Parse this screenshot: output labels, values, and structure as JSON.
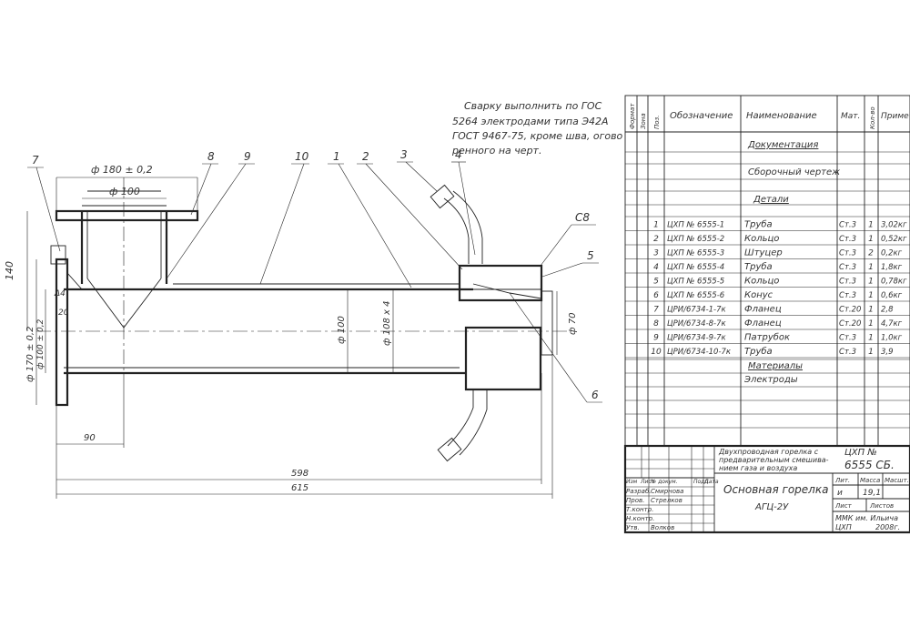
{
  "note": {
    "lines": [
      "Сварку выполнить по ГОС",
      "5264 электродами типа Э42А",
      "ГОСТ 9467-75, кроме шва, огово",
      "ренного на черт."
    ]
  },
  "callouts": [
    "7",
    "8",
    "9",
    "10",
    "1",
    "2",
    "3",
    "4",
    "С8",
    "5",
    "6"
  ],
  "dimensions": {
    "flange_dia": "ф 180 ± 0,2",
    "pipe_dia": "ф 100",
    "height": "140",
    "left_flange_dia": "ф 170 ± 0,2",
    "left_pipe_dia": "ф 100 ± 0,2",
    "main_dia": "ф 100",
    "main_wall": "ф 108 х 4",
    "outlet_dia": "ф 70",
    "offset_90": "90",
    "length_598": "598",
    "length_615": "615",
    "weld_4": "Δ4",
    "gap_20": "20"
  },
  "spec": {
    "headers": [
      "Формат",
      "Зона",
      "Поз.",
      "Обозначение",
      "Наименование",
      "Мат.",
      "Кол-во",
      "Примеч."
    ],
    "section_docs": "Документация",
    "assembly_drawing": "Сборочный чертеж",
    "section_parts": "Детали",
    "rows": [
      {
        "pos": "1",
        "code": "ЦХП № 6555-1",
        "name": "Труба",
        "mat": "Ст.3",
        "qty": "1",
        "note": "3,02кг"
      },
      {
        "pos": "2",
        "code": "ЦХП № 6555-2",
        "name": "Кольцо",
        "mat": "Ст.3",
        "qty": "1",
        "note": "0,52кг"
      },
      {
        "pos": "3",
        "code": "ЦХП № 6555-3",
        "name": "Штуцер",
        "mat": "Ст.3",
        "qty": "2",
        "note": "0,2кг"
      },
      {
        "pos": "4",
        "code": "ЦХП № 6555-4",
        "name": "Труба",
        "mat": "Ст.3",
        "qty": "1",
        "note": "1,8кг"
      },
      {
        "pos": "5",
        "code": "ЦХП № 6555-5",
        "name": "Кольцо",
        "mat": "Ст.3",
        "qty": "1",
        "note": "0,78кг"
      },
      {
        "pos": "6",
        "code": "ЦХП № 6555-6",
        "name": "Конус",
        "mat": "Ст.3",
        "qty": "1",
        "note": "0,6кг"
      },
      {
        "pos": "7",
        "code": "ЦРИ/6734-1-7к",
        "name": "Фланец",
        "mat": "Ст.20",
        "qty": "1",
        "note": "2,8"
      },
      {
        "pos": "8",
        "code": "ЦРИ/6734-8-7к",
        "name": "Фланец",
        "mat": "Ст.20",
        "qty": "1",
        "note": "4,7кг"
      },
      {
        "pos": "9",
        "code": "ЦРИ/6734-9-7к",
        "name": "Патрубок",
        "mat": "Ст.3",
        "qty": "1",
        "note": "1,0кг"
      },
      {
        "pos": "10",
        "code": "ЦРИ/6734-10-7к",
        "name": "Труба",
        "mat": "Ст.3",
        "qty": "1",
        "note": "3,9"
      }
    ],
    "section_materials": "Материалы",
    "electrodes": "Электроды"
  },
  "title_block": {
    "doc_no_label": "ЦХП №",
    "doc_no": "6555 СБ.",
    "description_lines": [
      "Двухпроводная горелка с",
      "предварительным смешива-",
      "нием газа и воздуха"
    ],
    "title": "Основная горелка",
    "subtitle": "АГЦ-2У",
    "lit_label": "Лит.",
    "mass_label": "Масса",
    "scale_label": "Масшт.",
    "lit_value": "и",
    "mass_value": "19,1",
    "sheet_label": "Лист",
    "sheets_label": "Листов",
    "org_line1": "ММК им. Ильича",
    "org_line2": "ЦХП",
    "year": "2008г.",
    "sig_headers": [
      "Изм",
      "Лист",
      "№ докум.",
      "Подп.",
      "Дата"
    ],
    "roles": [
      "Разраб.",
      "Пров.",
      "Т.контр.",
      "",
      "Н.контр.",
      "Утв."
    ],
    "names": [
      "Смирнова",
      "Стрелков",
      "",
      "",
      "",
      "Волков"
    ]
  }
}
